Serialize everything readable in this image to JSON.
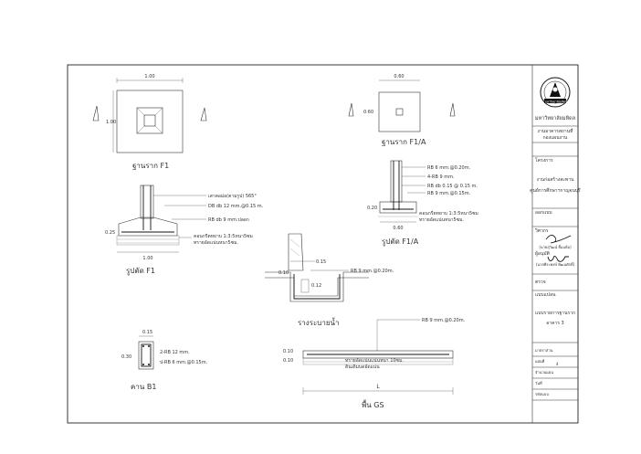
{
  "drawings": {
    "f1_plan": {
      "caption": "ฐานราก F1",
      "dim_width": "1.00",
      "dim_height": "1.00"
    },
    "f1a_plan": {
      "caption": "ฐานราก F1/A",
      "dim_width": "0.60",
      "dim_height": "0.60"
    },
    "f1_section": {
      "caption": "รูปตัด F1",
      "dim_width": "1.00",
      "dim_depth": "0.25",
      "notes": [
        "เสาตอม่อ(ตามรูป) 565°",
        "DB db 12 mm.@0.15 m.",
        "RB db 9 mm.ปลอก",
        "คอนกรีตหยาบ 1:3:5หนา5ซม",
        "ทรายอัดแน่นหนา5ซม."
      ]
    },
    "f1a_section": {
      "caption": "รูปตัด F1/A",
      "dim_width": "0.60",
      "dim_depth": "0.20",
      "notes": [
        "RB 6 mm.@0.20m.",
        "4-RB 9 mm.",
        "RB db 0.15 @ 0.15 m.",
        "RB 9 mm.@0.15m.",
        "คอนกรีตหยาบ 1:3:5หนา5ซม",
        "ทรายอัดแน่นหนา5ซม."
      ]
    },
    "drain": {
      "caption": "รางระบายน้ำ",
      "dim_top": "0.15",
      "dim_left": "0.10",
      "dim_inner": "0.12",
      "note": "RB 9 mm.@0.20m."
    },
    "beam_b1": {
      "caption": "คาน B1",
      "dim_width": "0.15",
      "dim_height": "0.30",
      "notes": [
        "2-RB 12 mm.",
        "ป-RB 6 mm.@0.15m."
      ]
    },
    "slab_gs": {
      "caption": "พื้น GS",
      "span_label": "L",
      "dim_top": "0.10",
      "dim_bottom": "0.10",
      "notes": [
        "RB 9 mm.@0.20m.",
        "ทรายอัดแน่นแน่นหนา 10ซม.",
        "ดินเดิมบดอัดแน่น"
      ]
    }
  },
  "title_block": {
    "university": "มหาวิทยาลัยมหิดล",
    "seal_text": "มหาวิทยาลัยมหิดล",
    "department": "งานอาคารสถานที่",
    "division": "กองแผนงาน",
    "project_label": "โครงการ",
    "project_lines": [
      "งานก่อสร้างสะพาน",
      "ศูนย์การศึกษาฯกาญจนบุรี"
    ],
    "designed_by_label": "ออกแบบ",
    "checked_label": "ตรวจ",
    "drawn_by_label": "วิศวกร",
    "drawn_name": "(นายสุวัฒน์ ยิ้มแย้ม)",
    "approved_label": "ผู้อนุมัติ",
    "approved_name": "(นายพีระพงษ์ พัฒนศักดิ์)",
    "sheet_title_label": "แบบแปลน",
    "sheet_title_lines": [
      "แบบรายการฐานราก",
      "อาคาร 3"
    ],
    "meta": [
      {
        "label": "มาตราส่วน",
        "value": ""
      },
      {
        "label": "แผ่นที่",
        "value": "4"
      },
      {
        "label": "จำนวนแผ่น",
        "value": ""
      },
      {
        "label": "วันที่",
        "value": ""
      },
      {
        "label": "รหัสแบบ",
        "value": ""
      }
    ]
  }
}
